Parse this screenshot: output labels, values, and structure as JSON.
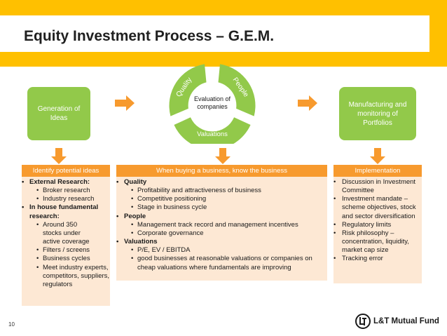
{
  "slide": {
    "title": "Equity Investment Process – G.E.M.",
    "page_number": "10"
  },
  "process": {
    "generation": "Generation of Ideas",
    "manufacturing": "Manufacturing and monitoring of Portfolios",
    "center": "Evaluation of companies",
    "segments": [
      "Quality",
      "People",
      "Valuations"
    ]
  },
  "columns": [
    {
      "header": "Identify potential ideas",
      "items": [
        {
          "level": 1,
          "bold": true,
          "text": "External Research:"
        },
        {
          "level": 2,
          "bold": false,
          "text": "Broker research"
        },
        {
          "level": 2,
          "bold": false,
          "text": "Industry research"
        },
        {
          "level": 1,
          "bold": true,
          "text": "In house fundamental research:"
        },
        {
          "level": 2,
          "bold": false,
          "text": "Around 350 stocks under active coverage"
        },
        {
          "level": 2,
          "bold": false,
          "text": "Filters / screens"
        },
        {
          "level": 2,
          "bold": false,
          "text": "Business cycles"
        },
        {
          "level": 2,
          "bold": false,
          "text": "Meet industry experts, competitors, suppliers, regulators"
        }
      ]
    },
    {
      "header": "When buying a business, know the business",
      "items": [
        {
          "level": 1,
          "bold": true,
          "text": "Quality"
        },
        {
          "level": 2,
          "bold": false,
          "text": "Profitability and attractiveness of business"
        },
        {
          "level": 2,
          "bold": false,
          "text": "Competitive positioning"
        },
        {
          "level": 2,
          "bold": false,
          "text": "Stage in business cycle"
        },
        {
          "level": 1,
          "bold": true,
          "text": "People"
        },
        {
          "level": 2,
          "bold": false,
          "text": "Management track record and management incentives"
        },
        {
          "level": 2,
          "bold": false,
          "text": "Corporate governance"
        },
        {
          "level": 1,
          "bold": true,
          "text": "Valuations"
        },
        {
          "level": 2,
          "bold": false,
          "text": "P/E, EV / EBITDA"
        },
        {
          "level": 2,
          "bold": false,
          "text": "good businesses at reasonable valuations or companies on cheap valuations where fundamentals are improving"
        }
      ]
    },
    {
      "header": "Implementation",
      "items": [
        {
          "level": 1,
          "bold": false,
          "text": "Discussion in Investment Committee"
        },
        {
          "level": 1,
          "bold": false,
          "text": "Investment mandate – scheme objectives, stock and sector diversification"
        },
        {
          "level": 1,
          "bold": false,
          "text": "Regulatory limits"
        },
        {
          "level": 1,
          "bold": false,
          "text": "Risk philosophy – concentration, liquidity, market cap size"
        },
        {
          "level": 1,
          "bold": false,
          "text": "Tracking error"
        }
      ]
    }
  ],
  "logo": {
    "text": "L&T Mutual Fund"
  },
  "colors": {
    "header": "#FFC000",
    "green": "#92C94A",
    "orange": "#F79A2E",
    "peach": "#FDE8D4"
  }
}
